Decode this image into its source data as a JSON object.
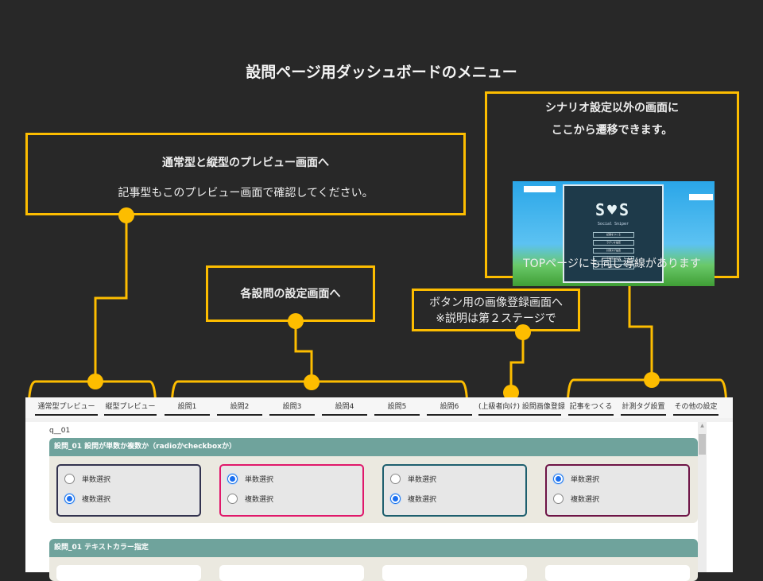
{
  "title": "設問ページ用ダッシュボードのメニュー",
  "callouts": {
    "preview": {
      "heading": "通常型と縦型のプレビュー画面へ",
      "body": "記事型もこのプレビュー画面で確認してください。"
    },
    "questions": {
      "heading": "各設問の設定画面へ"
    },
    "image_register": {
      "line1": "ボタン用の画像登録画面へ",
      "line2": "※説明は第２ステージで"
    },
    "other_screens": {
      "line1": "シナリオ設定以外の画面に",
      "line2": "ここから遷移できます。",
      "note": "TOPページにも同じ導線があります",
      "screenshot": {
        "logo": "S♥S",
        "subtitle": "Social Sniper",
        "menu": [
          "記事をつくる",
          "ラグリオ設定",
          "計測タグ設置",
          "その他の設定",
          "全面アップ"
        ]
      }
    }
  },
  "accent_color": "#fdbd00",
  "nav": {
    "items": [
      "通常型プレビュー",
      "縦型プレビュー",
      "設問1",
      "設問2",
      "設問3",
      "設問4",
      "設問5",
      "設問6",
      "(上級者向け) 設問画像登録",
      "記事をつくる",
      "計測タグ設置",
      "その他の設定"
    ]
  },
  "content": {
    "question_id": "q__01",
    "panel1": {
      "heading": "設問_01 設問が単数か複数か（radioかcheckboxか）",
      "options": [
        "単数選択",
        "複数選択"
      ],
      "boxes": [
        {
          "border": "#33334f",
          "selected": 1
        },
        {
          "border": "#e0186a",
          "selected": 0
        },
        {
          "border": "#1e5f6e",
          "selected": 1
        },
        {
          "border": "#6e1446",
          "selected": 0
        }
      ]
    },
    "panel2": {
      "heading": "設問_01 テキストカラー指定"
    }
  }
}
